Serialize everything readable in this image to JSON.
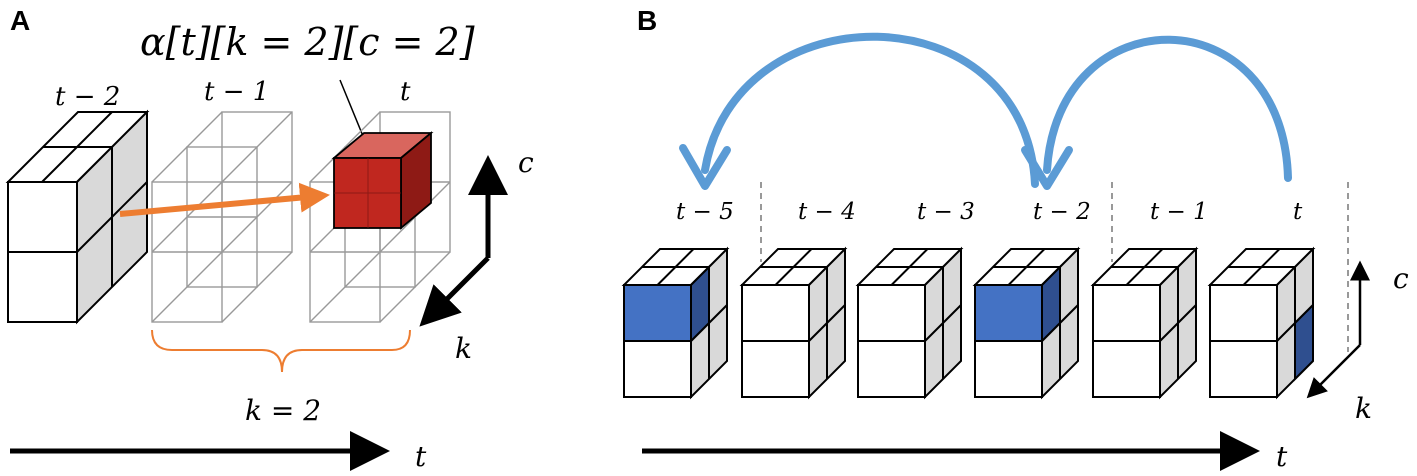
{
  "panel_a": {
    "label": "A",
    "formula": "α[t][k = 2][c = 2]",
    "time_labels": [
      "t − 2",
      "t − 1",
      "t"
    ],
    "axis_c": "c",
    "axis_k": "k",
    "brace_label": "k = 2",
    "time_axis": "t"
  },
  "panel_b": {
    "label": "B",
    "time_labels": [
      "t − 5",
      "t − 4",
      "t − 3",
      "t − 2",
      "t − 1",
      "t"
    ],
    "axis_c": "c",
    "axis_k": "k",
    "time_axis": "t"
  },
  "colors": {
    "highlight_red": "#c0271f",
    "highlight_blue": "#4472c4",
    "dilation_arrow": "#5b9bd5",
    "orange_arrow": "#ed7d31",
    "side_gray": "#d9d9d9"
  }
}
